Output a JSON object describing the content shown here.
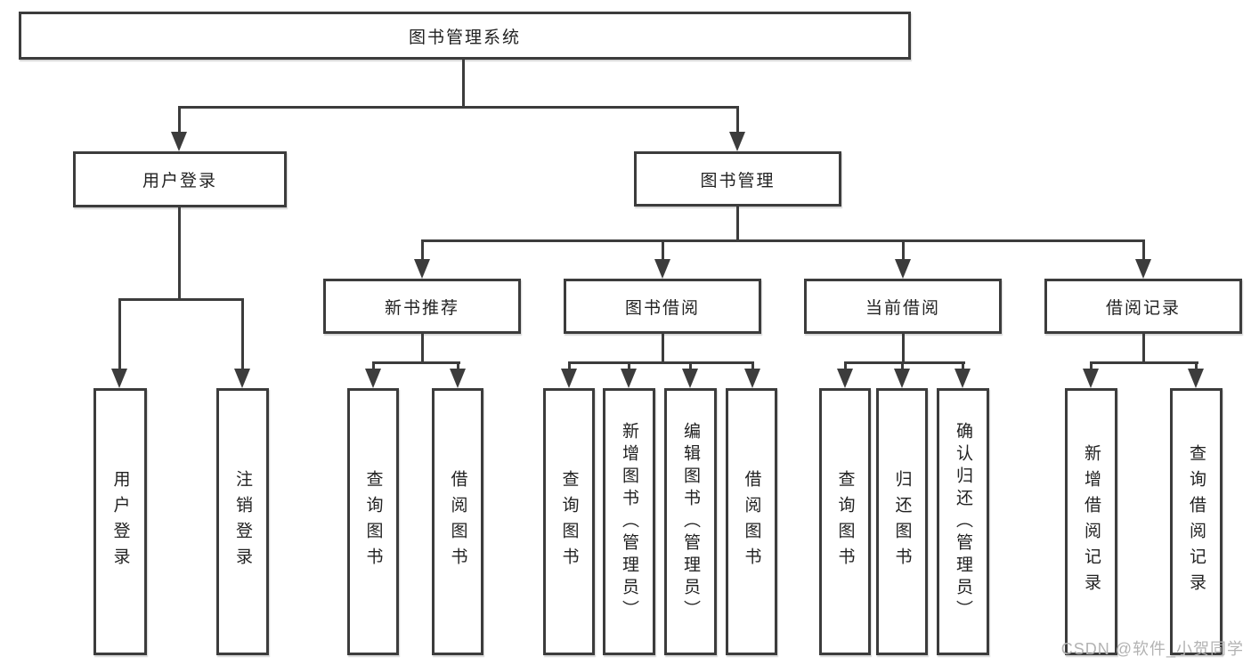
{
  "watermark": {
    "text": "CSDN @软件_小贺同学"
  },
  "colors": {
    "line": "#3c3c3c",
    "text": "#222222",
    "watermark": "#b3b3b3",
    "background": "#ffffff"
  },
  "tree": {
    "label": "图书管理系统",
    "children": [
      {
        "label": "用户登录",
        "children": [
          {
            "label": "用户登录"
          },
          {
            "label": "注销登录"
          }
        ]
      },
      {
        "label": "图书管理",
        "children": [
          {
            "label": "新书推荐",
            "children": [
              {
                "label": "查询图书"
              },
              {
                "label": "借阅图书"
              }
            ]
          },
          {
            "label": "图书借阅",
            "children": [
              {
                "label": "查询图书"
              },
              {
                "label": "新增图书（管理员）"
              },
              {
                "label": "编辑图书（管理员）"
              },
              {
                "label": "借阅图书"
              }
            ]
          },
          {
            "label": "当前借阅",
            "children": [
              {
                "label": "查询图书"
              },
              {
                "label": "归还图书"
              },
              {
                "label": "确认归还（管理员）"
              }
            ]
          },
          {
            "label": "借阅记录",
            "children": [
              {
                "label": "新增借阅记录"
              },
              {
                "label": "查询借阅记录"
              }
            ]
          }
        ]
      }
    ]
  }
}
